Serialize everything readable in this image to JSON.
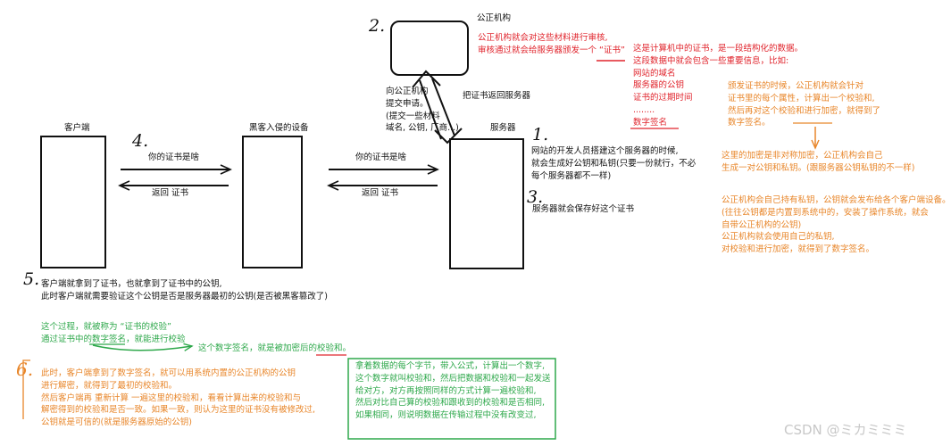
{
  "nodes": {
    "client": "客户端",
    "hacker": "黑客入侵的设备",
    "server": "服务器",
    "ca": "公正机构"
  },
  "steps": {
    "s1": "1.",
    "s2": "2.",
    "s3": "3.",
    "s4": "4.",
    "s5": "5.",
    "s6": "6."
  },
  "arrows": {
    "ask_left": "你的证书是啥",
    "return_left": "返回 证书",
    "ask_right": "你的证书是啥",
    "return_right": "返回 证书",
    "to_ca": [
      "向公正机构",
      "提交申请。",
      "(提交一些材料",
      "域名, 公钥, 厂商...)"
    ],
    "from_ca": "把证书返回服务器"
  },
  "notes": {
    "ca_review": [
      "公正机构就会对这些材料进行审核,",
      "审核通过就会给服务器颁发一个 “证书”"
    ],
    "cert_desc": [
      "这是计算机中的证书，是一段结构化的数据。",
      "这段数据中就会包含一些重要信息，比如:"
    ],
    "cert_fields": [
      "网站的域名",
      "服务器的公钥",
      "证书的过期时间",
      "........",
      "数字签名"
    ],
    "sign_process": [
      "颁发证书的时候，公正机构就会针对",
      "证书里的每个属性，计算出一个校验和,",
      "然后再对这个校验和进行加密，就得到了",
      "数字签名。"
    ],
    "asym": [
      "这里的加密是非对称加密，公正机构会自己",
      "生成一对公钥和私钥。(跟服务器公钥私钥的不一样)"
    ],
    "ca_dist": [
      "公正机构会自己持有私钥，公钥就会发布给各个客户端设备。",
      "(往往公钥都是内置到系统中的，安装了操作系统，就会",
      "自带公正机构的公钥)",
      "公正机构就会使用自己的私钥,",
      "对校验和进行加密，就得到了数字签名。"
    ],
    "server_dev": [
      "网站的开发人员搭建这个服务器的时候,",
      "就会生成好公钥和私钥(只要一份就行，不必",
      "每个服务器都不一样)"
    ],
    "server_store": "服务器就会保存好这个证书",
    "client_get": [
      "客户端就拿到了证书，也就拿到了证书中的公钥,",
      "此时客户端就需要验证这个公钥是否是服务器最初的公钥(是否被黑客篡改了)"
    ],
    "verify_name": [
      "这个过程，就被称为 “证书的校验”",
      "通过证书中的数字签名，就能进行校验"
    ],
    "sig_is": "这个数字签名，就是被加密后的校验和。",
    "client_verify": [
      "此时，客户端拿到了数字签名，就可以用系统内置的公正机构的公钥",
      "进行解密，就得到了最初的校验和。",
      "然后客户端再 重新计算 一遍这里的校验和，看看计算出来的校验和与",
      "解密得到的校验和是否一致。如果一致，则认为这里的证书没有被修改过,",
      "公钥就是可信的(就是服务器原始的公钥)"
    ],
    "checksum": [
      "拿着数据的每个字节，带入公式，计算出一个数字,",
      "这个数字就叫校验和，然后把数据和校验和一起发送",
      "给对方，对方再按照同样的方式计算一遍校验和,",
      "然后对比自己算的校验和跟收到的校验和是否相同,",
      "如果相同，则说明数据在传输过程中没有改变过,"
    ]
  },
  "watermark": "CSDN @ミカミミミ",
  "colors": {
    "ink": "#111111",
    "red": "#e0242c",
    "orange": "#e8862a",
    "green": "#2ea84b"
  }
}
